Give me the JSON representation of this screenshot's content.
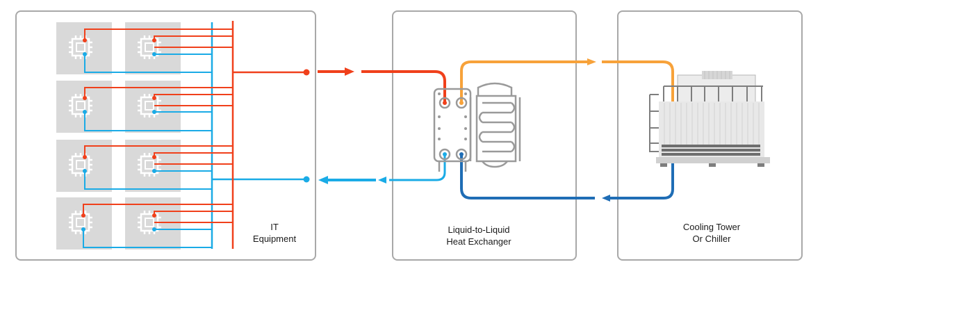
{
  "panels": {
    "it": {
      "label_line1": "IT",
      "label_line2": "Equipment"
    },
    "hx": {
      "label_line1": "Liquid-to-Liquid",
      "label_line2": "Heat Exchanger"
    },
    "tower": {
      "label_line1": "Cooling Tower",
      "label_line2": "Or Chiller"
    }
  },
  "colors": {
    "hot": "#f0401b",
    "cold": "#1aabe6",
    "warm_facility": "#f7a23a",
    "cool_facility": "#1f6db5",
    "tile": "#d9d9d9",
    "panel_border": "#a8a8a8",
    "equipment_gray": "#9a9a9a"
  },
  "icons": [
    "chip-icon",
    "heat-exchanger-icon",
    "cooling-tower-icon"
  ]
}
